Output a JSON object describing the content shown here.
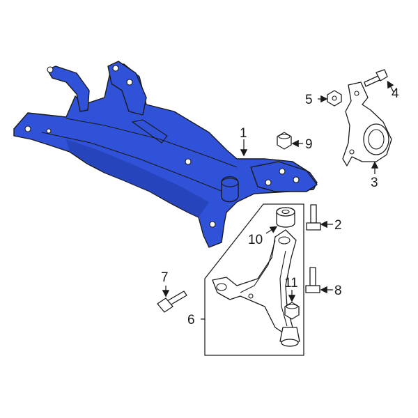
{
  "diagram": {
    "colors": {
      "subframe_fill": "#2f52d8",
      "subframe_shade": "#1f3aa8",
      "outline": "#1a1a1a",
      "hardware_fill": "#ffffff"
    },
    "callouts": [
      {
        "id": "c1",
        "label": "1"
      },
      {
        "id": "c2",
        "label": "2"
      },
      {
        "id": "c3",
        "label": "3"
      },
      {
        "id": "c4",
        "label": "4"
      },
      {
        "id": "c5",
        "label": "5"
      },
      {
        "id": "c6",
        "label": "6"
      },
      {
        "id": "c7",
        "label": "7"
      },
      {
        "id": "c8",
        "label": "8"
      },
      {
        "id": "c9",
        "label": "9"
      },
      {
        "id": "c10",
        "label": "10"
      },
      {
        "id": "c11",
        "label": "11"
      }
    ]
  }
}
